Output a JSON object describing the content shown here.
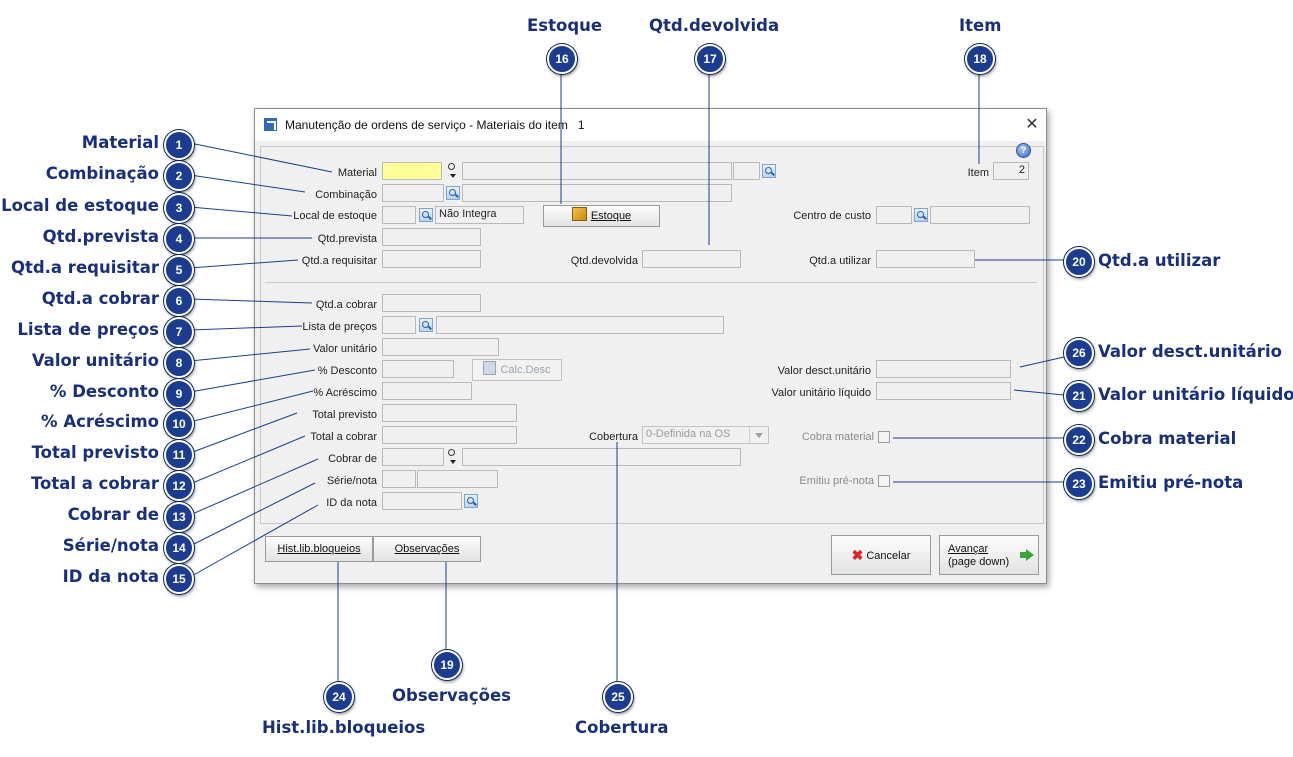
{
  "callouts": {
    "c1": {
      "num": "1",
      "label": "Material"
    },
    "c2": {
      "num": "2",
      "label": "Combinação"
    },
    "c3": {
      "num": "3",
      "label": "Local de estoque"
    },
    "c4": {
      "num": "4",
      "label": "Qtd.prevista"
    },
    "c5": {
      "num": "5",
      "label": "Qtd.a requisitar"
    },
    "c6": {
      "num": "6",
      "label": "Qtd.a cobrar"
    },
    "c7": {
      "num": "7",
      "label": "Lista de preços"
    },
    "c8": {
      "num": "8",
      "label": "Valor unitário"
    },
    "c9": {
      "num": "9",
      "label": "% Desconto"
    },
    "c10": {
      "num": "10",
      "label": "% Acréscimo"
    },
    "c11": {
      "num": "11",
      "label": "Total previsto"
    },
    "c12": {
      "num": "12",
      "label": "Total a cobrar"
    },
    "c13": {
      "num": "13",
      "label": "Cobrar de"
    },
    "c14": {
      "num": "14",
      "label": "Série/nota"
    },
    "c15": {
      "num": "15",
      "label": "ID da nota"
    },
    "c16": {
      "num": "16",
      "label": "Estoque"
    },
    "c17": {
      "num": "17",
      "label": "Qtd.devolvida"
    },
    "c18": {
      "num": "18",
      "label": "Item"
    },
    "c19": {
      "num": "19",
      "label": "Observações"
    },
    "c20": {
      "num": "20",
      "label": "Qtd.a utilizar"
    },
    "c21": {
      "num": "21",
      "label": "Valor unitário líquido"
    },
    "c22": {
      "num": "22",
      "label": "Cobra material"
    },
    "c23": {
      "num": "23",
      "label": "Emitiu pré-nota"
    },
    "c24": {
      "num": "24",
      "label": "Hist.lib.bloqueios"
    },
    "c25": {
      "num": "25",
      "label": "Cobertura"
    },
    "c26": {
      "num": "26",
      "label": "Valor desct.unitário"
    }
  },
  "dialog": {
    "title": "Manutenção de ordens de serviço - Materiais do item",
    "title_number": "1",
    "close_glyph": "✕",
    "help_glyph": "?",
    "labels": {
      "material": "Material",
      "combinacao": "Combinação",
      "local_estoque": "Local de estoque",
      "qtd_prevista": "Qtd.prevista",
      "qtd_requisitar": "Qtd.a requisitar",
      "qtd_devolvida": "Qtd.devolvida",
      "qtd_utilizar": "Qtd.a utilizar",
      "item": "Item",
      "centro_custo": "Centro de custo",
      "qtd_cobrar": "Qtd.a cobrar",
      "lista_precos": "Lista de preços",
      "valor_unitario": "Valor unitário",
      "desconto": "% Desconto",
      "acrescimo": "% Acréscimo",
      "total_previsto": "Total previsto",
      "total_cobrar": "Total a cobrar",
      "cobertura": "Cobertura",
      "cobrar_de": "Cobrar de",
      "serie_nota": "Série/nota",
      "id_nota": "ID da nota",
      "valor_desct": "Valor desct.unitário",
      "valor_liquido": "Valor unitário líquido",
      "cobra_material": "Cobra material",
      "emitiu_prenota": "Emitiu pré-nota"
    },
    "values": {
      "item": "2",
      "local_estoque_desc": "Não Integra",
      "cobertura": "0-Definida na OS"
    },
    "buttons": {
      "estoque": "Estoque",
      "calc_desc": "Calc.Desc",
      "hist": "Hist.lib.bloqueios",
      "observacoes": "Observações",
      "cancelar": "Cancelar",
      "avancar_1": "Avançar",
      "avancar_2": "(page down)"
    },
    "icons": {
      "lookup": "lookup-icon",
      "search": "magnifier-dropdown-icon",
      "estoque": "box-icon",
      "calc": "calculator-icon",
      "cancel": "red-x-icon",
      "next": "green-arrow-icon",
      "help": "help-icon"
    }
  }
}
